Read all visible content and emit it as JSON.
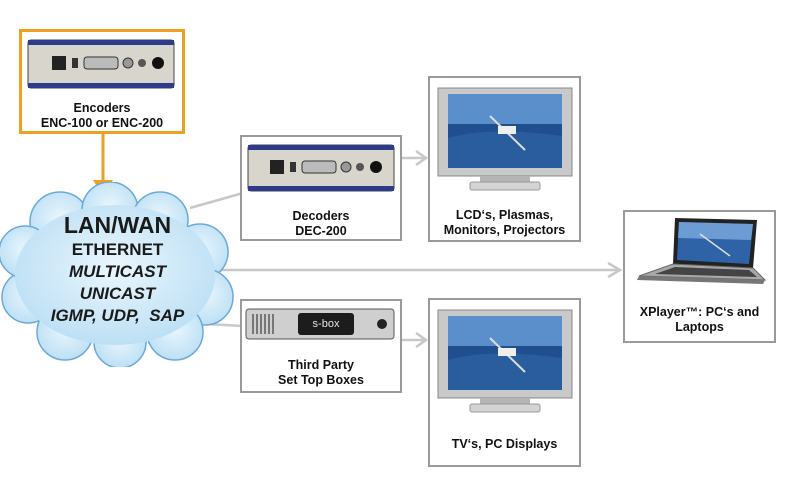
{
  "encoder": {
    "line1": "Encoders",
    "line2": "ENC-100 or ENC-200"
  },
  "decoder": {
    "line1": "Decoders",
    "line2": "DEC-200"
  },
  "lcd": {
    "line1": "LCD‘s, Plasmas,",
    "line2": "Monitors, Projectors"
  },
  "settop": {
    "line1": "Third Party",
    "line2": "Set Top Boxes",
    "device_text": "s-box"
  },
  "tv": {
    "line1": "TV‘s, PC Displays"
  },
  "xplayer": {
    "line1": "XPlayer™: PC‘s and",
    "line2": "Laptops"
  },
  "cloud": {
    "title": "LAN/WAN",
    "line2": "ETHERNET",
    "line3": "MULTICAST",
    "line4": "UNICAST",
    "line5": "IGMP, UDP,  SAP"
  },
  "colors": {
    "orange": "#f0a020",
    "gray_border": "#9a9a9a",
    "arrow": "#c8c8c8",
    "cloud": "#c9e6f7",
    "cloud_edge": "#6aaad6"
  }
}
